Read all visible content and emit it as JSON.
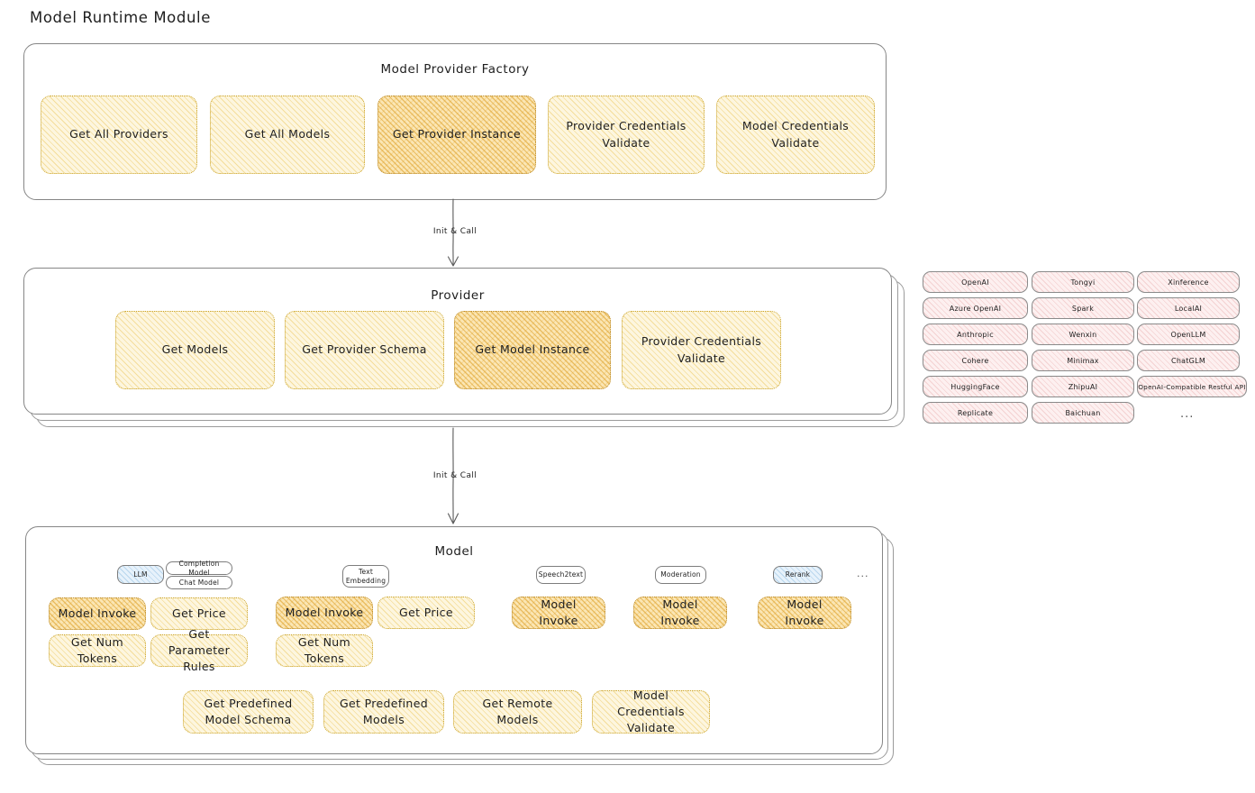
{
  "page": {
    "title": "Model Runtime Module"
  },
  "factory": {
    "title": "Model Provider Factory",
    "nodes": [
      {
        "label": "Get All Providers",
        "highlighted": false
      },
      {
        "label": "Get All Models",
        "highlighted": false
      },
      {
        "label": "Get Provider Instance",
        "highlighted": true
      },
      {
        "label": "Provider Credentials Validate",
        "highlighted": false
      },
      {
        "label": "Model Credentials Validate",
        "highlighted": false
      }
    ]
  },
  "arrows": [
    {
      "label": "Init & Call"
    },
    {
      "label": "Init & Call"
    }
  ],
  "provider": {
    "title": "Provider",
    "nodes": [
      {
        "label": "Get Models",
        "highlighted": false
      },
      {
        "label": "Get Provider Schema",
        "highlighted": false
      },
      {
        "label": "Get Model Instance",
        "highlighted": true
      },
      {
        "label": "Provider Credentials Validate",
        "highlighted": false
      }
    ]
  },
  "provider_list": {
    "columns": [
      [
        "OpenAI",
        "Azure OpenAI",
        "Anthropic",
        "Cohere",
        "HuggingFace",
        "Replicate"
      ],
      [
        "Tongyi",
        "Spark",
        "Wenxin",
        "Minimax",
        "ZhipuAI",
        "Baichuan"
      ],
      [
        "Xinference",
        "LocalAI",
        "OpenLLM",
        "ChatGLM",
        "OpenAI-Compatible Restful API"
      ]
    ],
    "more": "..."
  },
  "model": {
    "title": "Model",
    "more": "...",
    "types": [
      {
        "name": "LLM",
        "selected": true,
        "subtypes": [
          "Completion Model",
          "Chat Model"
        ]
      },
      {
        "name": "Text Embedding",
        "selected": false,
        "subtypes": []
      },
      {
        "name": "Speech2text",
        "selected": false,
        "subtypes": []
      },
      {
        "name": "Moderation",
        "selected": false,
        "subtypes": []
      },
      {
        "name": "Rerank",
        "selected": true,
        "subtypes": []
      }
    ],
    "groups": [
      {
        "type": "LLM",
        "nodes": [
          {
            "label": "Model Invoke",
            "highlighted": true
          },
          {
            "label": "Get Price",
            "highlighted": false
          },
          {
            "label": "Get Num Tokens",
            "highlighted": false
          },
          {
            "label": "Get Parameter Rules",
            "highlighted": false
          }
        ]
      },
      {
        "type": "Text Embedding",
        "nodes": [
          {
            "label": "Model Invoke",
            "highlighted": true
          },
          {
            "label": "Get Price",
            "highlighted": false
          },
          {
            "label": "Get Num Tokens",
            "highlighted": false
          }
        ]
      },
      {
        "type": "Speech2text",
        "nodes": [
          {
            "label": "Model Invoke",
            "highlighted": true
          }
        ]
      },
      {
        "type": "Moderation",
        "nodes": [
          {
            "label": "Model Invoke",
            "highlighted": true
          }
        ]
      },
      {
        "type": "Rerank",
        "nodes": [
          {
            "label": "Model Invoke",
            "highlighted": true
          }
        ]
      }
    ],
    "common_nodes": [
      {
        "label": "Get Predefined Model Schema"
      },
      {
        "label": "Get Predefined Models"
      },
      {
        "label": "Get Remote Models"
      },
      {
        "label": "Model Credentials Validate"
      }
    ]
  },
  "colors": {
    "amber_light": "#fdf6df",
    "amber_strong": "#fbe6b4",
    "pink": "#fdf0f0",
    "blue": "#e7f2fb",
    "stroke": "#868686",
    "text": "#1e1e1e"
  }
}
